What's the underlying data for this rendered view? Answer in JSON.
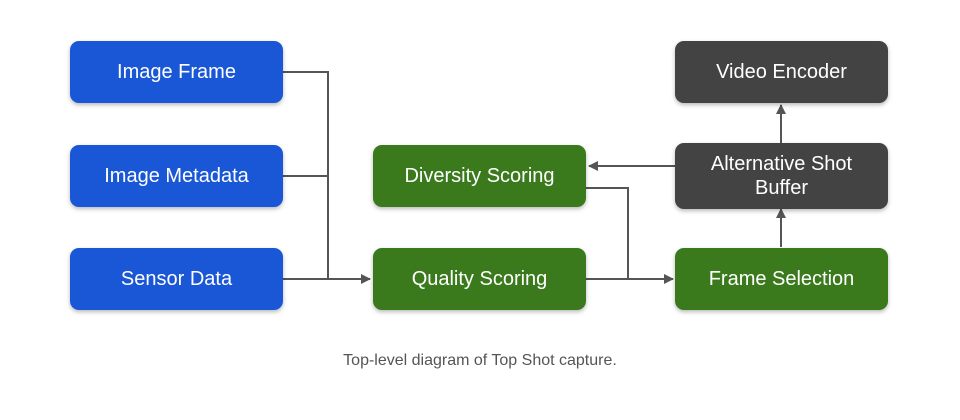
{
  "diagram": {
    "colors": {
      "input": "#1a57d6",
      "scoring": "#3a7a1c",
      "output": "#434343",
      "connector": "#555555"
    },
    "nodes": {
      "image_frame": "Image Frame",
      "image_metadata": "Image Metadata",
      "sensor_data": "Sensor Data",
      "diversity_scoring": "Diversity Scoring",
      "quality_scoring": "Quality Scoring",
      "frame_selection": "Frame Selection",
      "alternative_shot_buffer": "Alternative Shot Buffer",
      "video_encoder": "Video Encoder"
    },
    "edges": [
      {
        "from": "Image Frame",
        "to": "Quality Scoring"
      },
      {
        "from": "Image Metadata",
        "to": "Quality Scoring"
      },
      {
        "from": "Sensor Data",
        "to": "Quality Scoring"
      },
      {
        "from": "Quality Scoring",
        "to": "Frame Selection"
      },
      {
        "from": "Diversity Scoring",
        "to": "Frame Selection"
      },
      {
        "from": "Frame Selection",
        "to": "Alternative Shot Buffer"
      },
      {
        "from": "Alternative Shot Buffer",
        "to": "Video Encoder"
      },
      {
        "from": "Alternative Shot Buffer",
        "to": "Diversity Scoring"
      }
    ]
  },
  "caption": "Top-level diagram of Top Shot capture."
}
